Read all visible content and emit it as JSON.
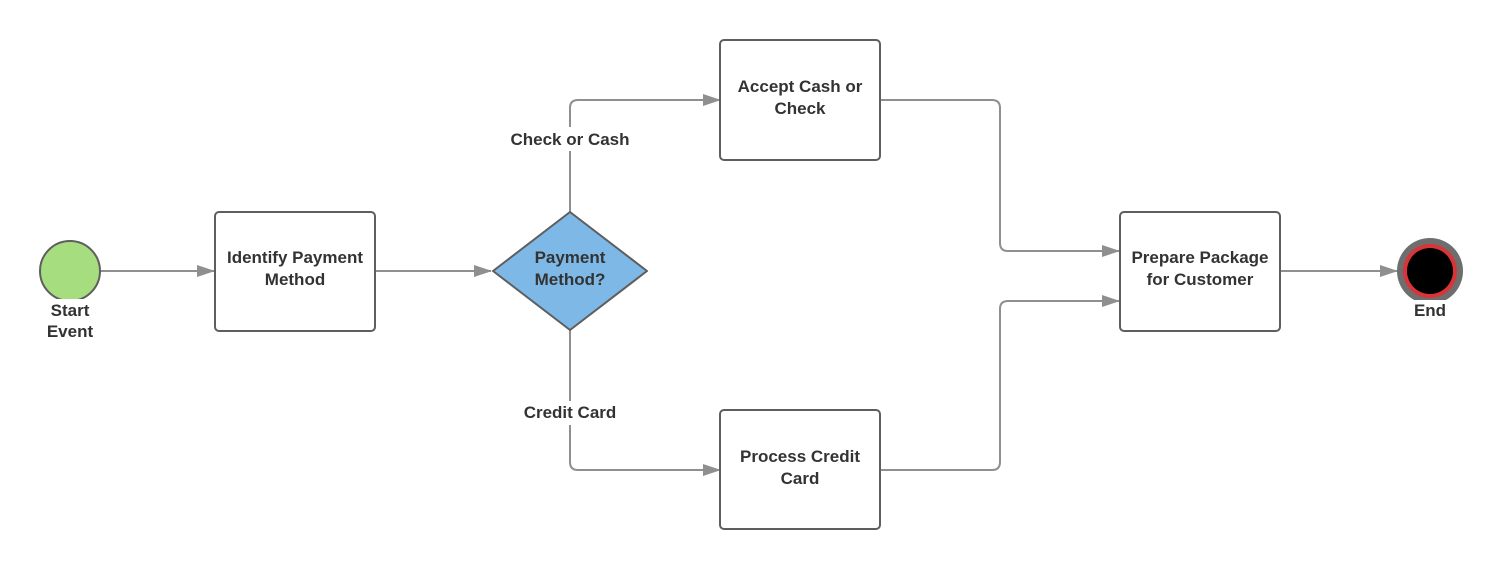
{
  "colors": {
    "start_event_fill": "#a6dd7f",
    "gateway_fill": "#7eb8e6",
    "end_event_outer": "#6e6e6e",
    "end_event_ring": "#d93438",
    "end_event_core": "#000000",
    "connector": "#8f8f8f",
    "text": "#333333"
  },
  "nodes": {
    "start": {
      "type": "start-event",
      "label_lines": [
        "Start",
        "Event"
      ]
    },
    "identify": {
      "type": "task",
      "label_lines": [
        "Identify Payment",
        "Method"
      ]
    },
    "gateway": {
      "type": "exclusive-gateway",
      "label_lines": [
        "Payment",
        "Method?"
      ]
    },
    "accept_cash": {
      "type": "task",
      "label_lines": [
        "Accept Cash or",
        "Check"
      ]
    },
    "process_card": {
      "type": "task",
      "label_lines": [
        "Process Credit",
        "Card"
      ]
    },
    "prepare": {
      "type": "task",
      "label_lines": [
        "Prepare Package",
        "for Customer"
      ]
    },
    "end": {
      "type": "end-event",
      "label_lines": [
        "End"
      ]
    }
  },
  "edges": [
    {
      "from": "start",
      "to": "identify",
      "label": ""
    },
    {
      "from": "identify",
      "to": "gateway",
      "label": ""
    },
    {
      "from": "gateway",
      "to": "accept_cash",
      "label": "Check or Cash"
    },
    {
      "from": "gateway",
      "to": "process_card",
      "label": "Credit Card"
    },
    {
      "from": "accept_cash",
      "to": "prepare",
      "label": ""
    },
    {
      "from": "process_card",
      "to": "prepare",
      "label": ""
    },
    {
      "from": "prepare",
      "to": "end",
      "label": ""
    }
  ]
}
